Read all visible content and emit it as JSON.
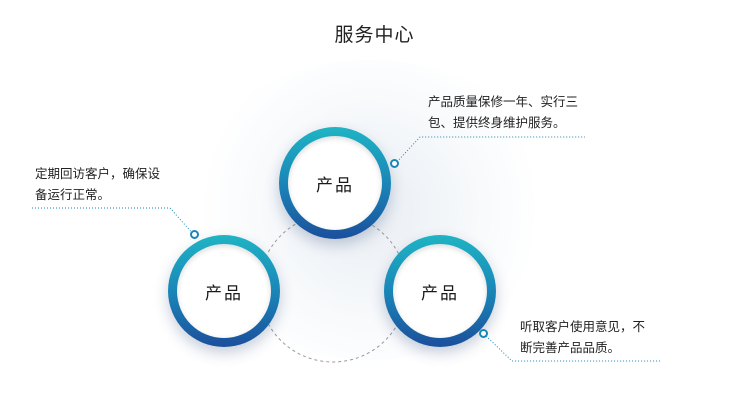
{
  "page_title": "服务中心",
  "circles": [
    {
      "label": "产品"
    },
    {
      "label": "产品"
    },
    {
      "label": "产品"
    }
  ],
  "notes": {
    "top_right": [
      "产品质量保修一年、实行三",
      "包、提供终身维护服务。"
    ],
    "left": [
      "定期回访客户，确保设",
      "备运行正常。"
    ],
    "bottom_right": [
      "听取客户使用意见，不",
      "断完善产品品质。"
    ]
  },
  "colors": {
    "ring_top": "#1fb4c4",
    "ring_bottom": "#1b4f9c",
    "leader_line": "#1a86b8"
  }
}
